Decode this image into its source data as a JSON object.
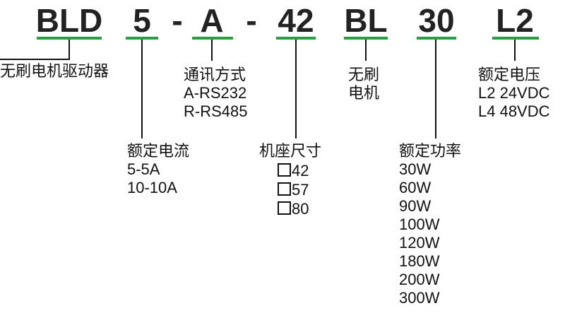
{
  "colors": {
    "underline": "#23a33a",
    "text": "#111111"
  },
  "model_code": {
    "series": "BLD",
    "current": "5",
    "dash1": "-",
    "comm": "A",
    "dash2": "-",
    "frame": "42",
    "motor": "BL",
    "power": "30",
    "voltage": "L2"
  },
  "annotations": {
    "series": {
      "title": "无刷电机驱动器"
    },
    "current": {
      "title": "额定电流",
      "options": [
        "5-5A",
        "10-10A"
      ]
    },
    "comm": {
      "title": "通讯方式",
      "options": [
        "A-RS232",
        "R-RS485"
      ]
    },
    "frame": {
      "title": "机座尺寸",
      "options": [
        "42",
        "57",
        "80"
      ]
    },
    "motor": {
      "lines": [
        "无刷",
        "电机"
      ]
    },
    "power": {
      "title": "额定功率",
      "options": [
        "30W",
        "60W",
        "90W",
        "100W",
        "120W",
        "180W",
        "200W",
        "300W"
      ]
    },
    "voltage": {
      "title": "额定电压",
      "options": [
        "L2 24VDC",
        "L4 48VDC"
      ]
    }
  }
}
